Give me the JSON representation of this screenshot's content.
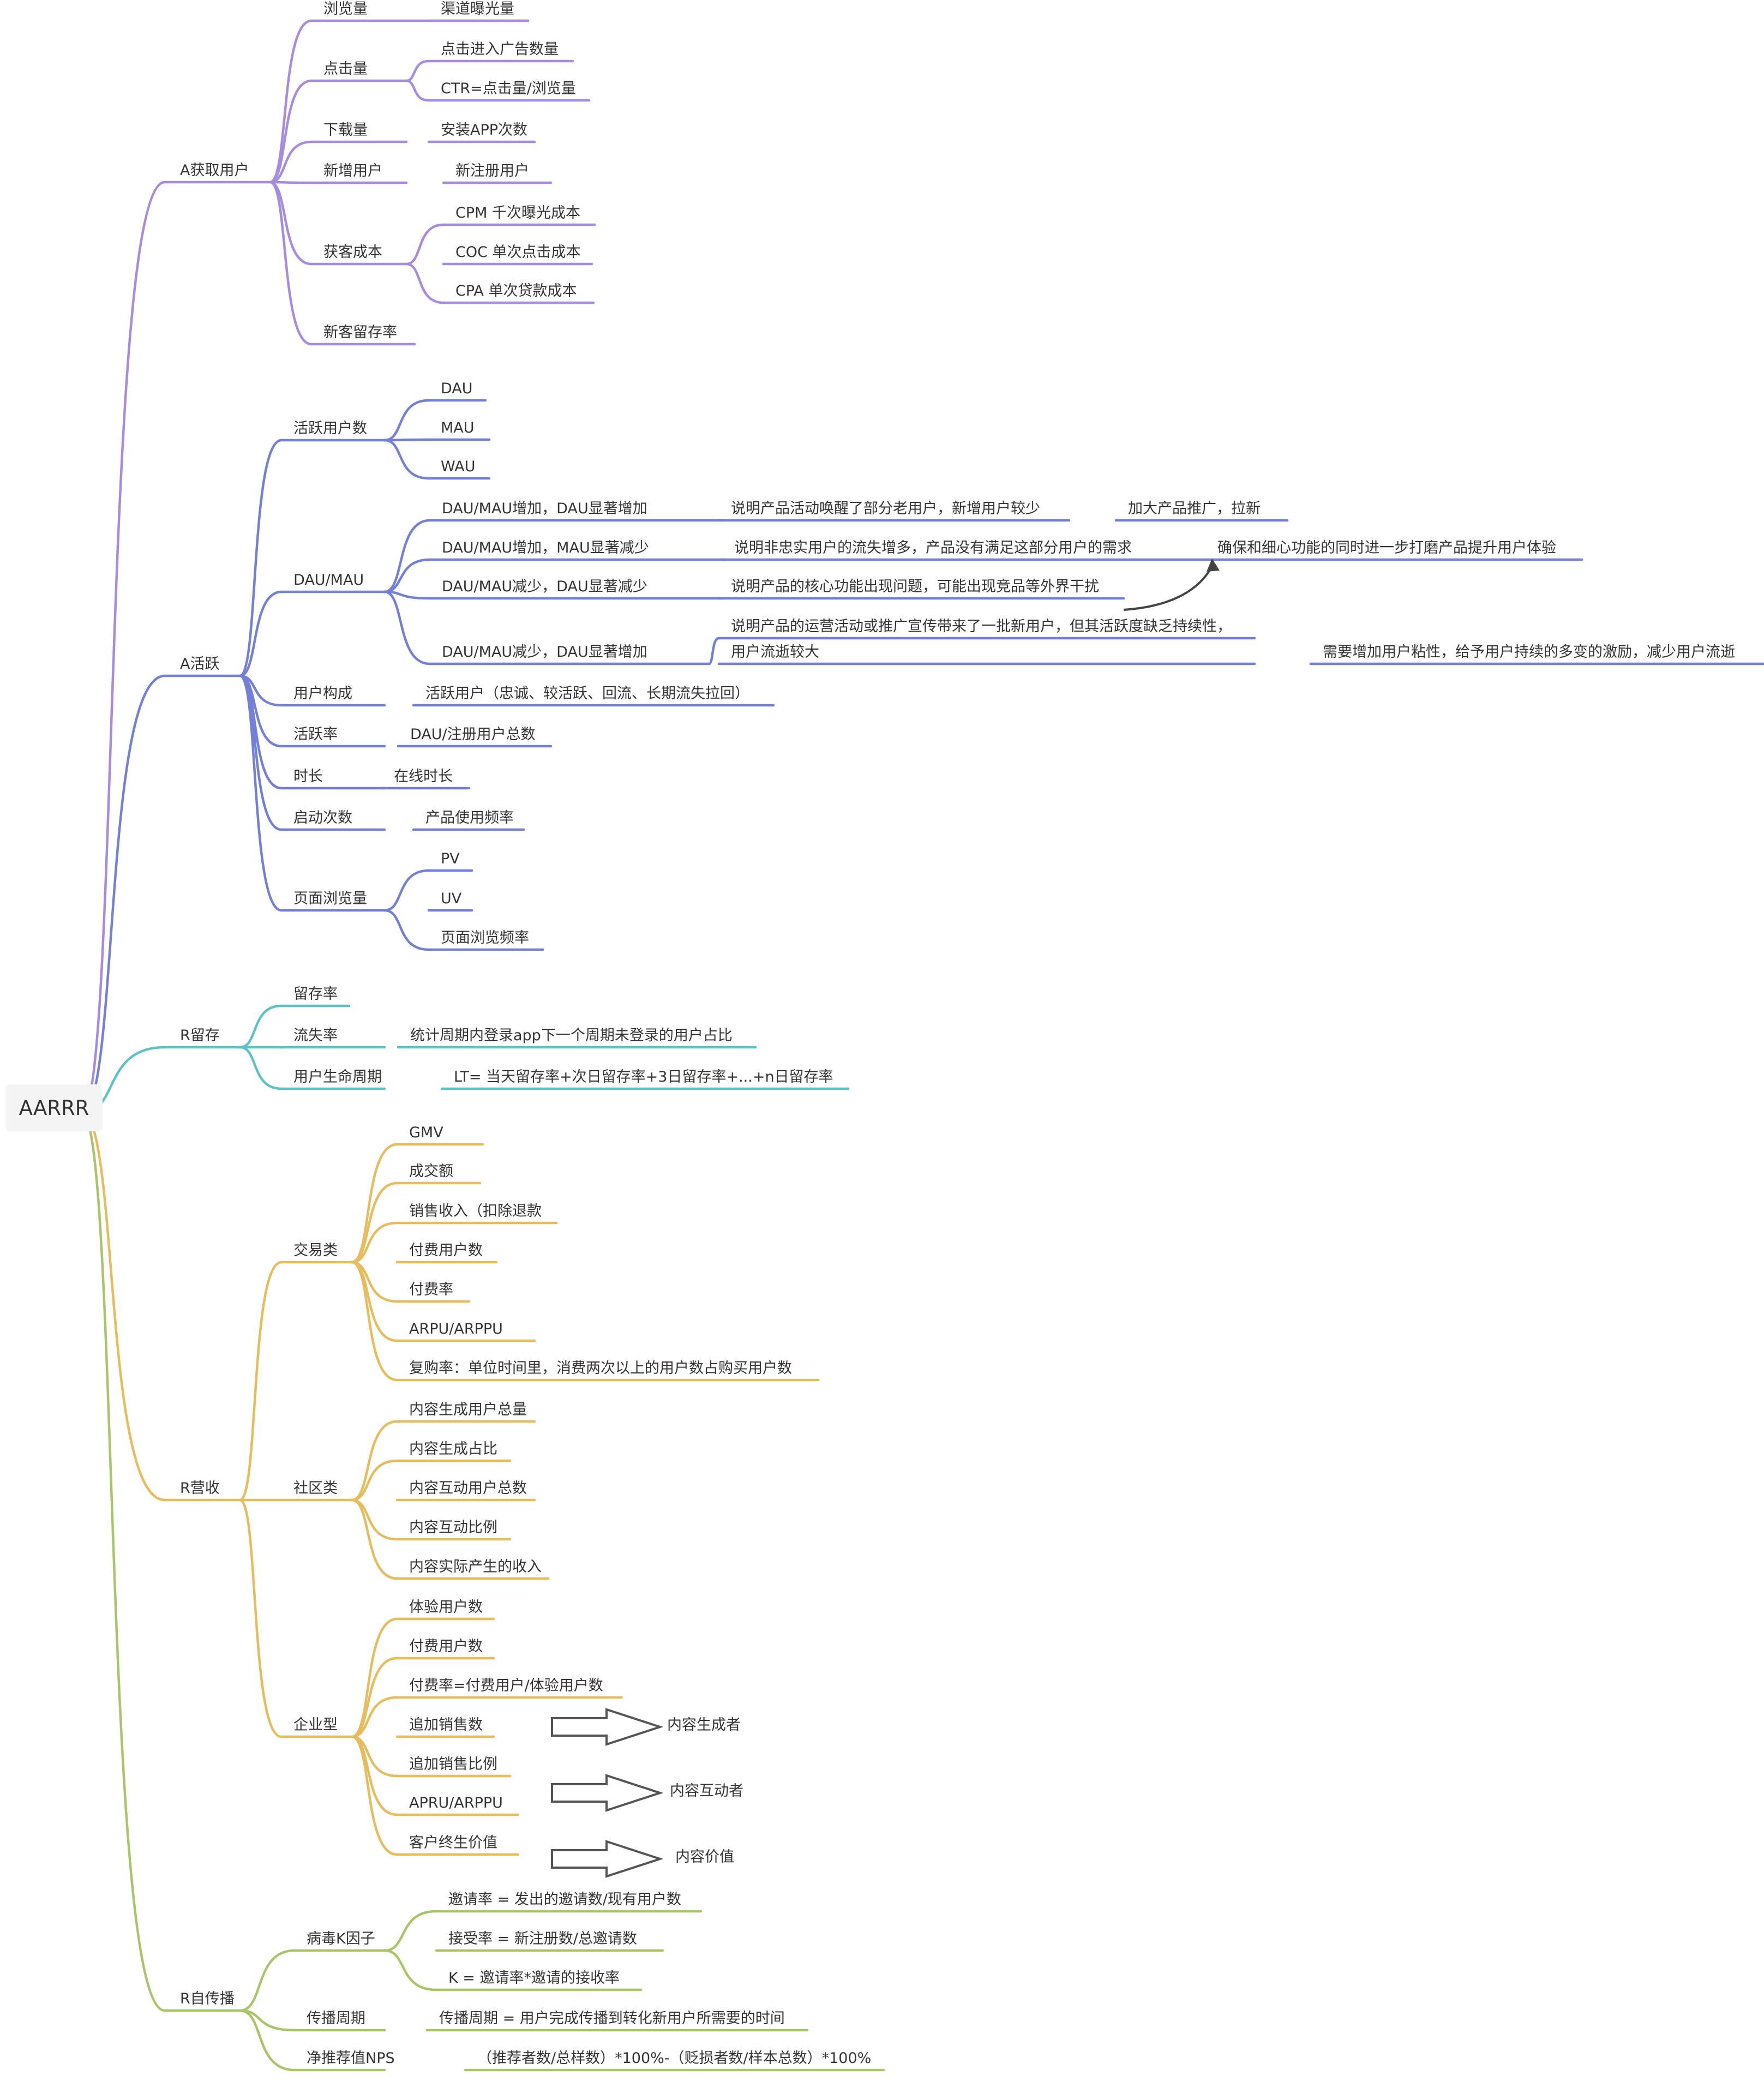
{
  "root": "AARRR",
  "colors": {
    "acquisition": "#a68ce0",
    "activation": "#7480d6",
    "retention": "#5cc2c4",
    "revenue": "#e6bc5c",
    "referral": "#aac46a"
  },
  "nodes": {
    "acq": {
      "title": "A获取用户",
      "items": [
        "浏览量",
        "渠道曝光量",
        "点击量",
        "点击进入广告数量",
        "CTR=点击量/浏览量",
        "下载量",
        "安装APP次数",
        "新增用户",
        "新注册用户",
        "获客成本",
        "CPM 千次曝光成本",
        "COC 单次点击成本",
        "CPA 单次贷款成本",
        "新客留存率"
      ]
    },
    "act": {
      "title": "A活跃",
      "items": [
        "活跃用户数",
        "DAU",
        "MAU",
        "WAU",
        "DAU/MAU",
        "DAU/MAU增加，DAU显著增加",
        "说明产品活动唤醒了部分老用户，新增用户较少",
        "加大产品推广，拉新",
        "DAU/MAU增加，MAU显著减少",
        "说明非忠实用户的流失增多，产品没有满足这部分用户的需求",
        "确保和细心功能的同时进一步打磨产品提升用户体验",
        "DAU/MAU减少，DAU显著减少",
        "说明产品的核心功能出现问题，可能出现竞品等外界干扰",
        "DAU/MAU减少，DAU显著增加",
        "说明产品的运营活动或推广宣传带来了一批新用户，但其活跃度缺乏持续性，",
        "用户流逝较大",
        "需要增加用户粘性，给予用户持续的多变的激励，减少用户流逝",
        "用户构成",
        "活跃用户（忠诚、较活跃、回流、长期流失拉回）",
        "活跃率",
        "DAU/注册用户总数",
        "时长",
        "在线时长",
        "启动次数",
        "产品使用频率",
        "页面浏览量",
        "PV",
        "UV",
        "页面浏览频率"
      ]
    },
    "ret": {
      "title": "R留存",
      "items": [
        "留存率",
        "流失率",
        "统计周期内登录app下一个周期未登录的用户占比",
        "用户生命周期",
        "LT= 当天留存率+次日留存率+3日留存率+...+n日留存率"
      ]
    },
    "rev": {
      "title": "R营收",
      "items": [
        "交易类",
        "GMV",
        "成交额",
        "销售收入（扣除退款",
        "付费用户数",
        "付费率",
        "ARPU/ARPPU",
        "复购率：单位时间里，消费两次以上的用户数占购买用户数",
        "社区类",
        "内容生成用户总量",
        "内容生成占比",
        "内容互动用户总数",
        "内容互动比例",
        "内容实际产生的收入",
        "企业型",
        "体验用户数",
        "付费用户数",
        "付费率=付费用户/体验用户数",
        "追加销售数",
        "追加销售比例",
        "APRU/ARPPU",
        "客户终生价值",
        "内容生成者",
        "内容互动者",
        "内容价值"
      ]
    },
    "ref": {
      "title": "R自传播",
      "items": [
        "病毒K因子",
        "邀请率 = 发出的邀请数/现有用户数",
        "接受率 = 新注册数/总邀请数",
        "K = 邀请率*邀请的接收率",
        "传播周期",
        "传播周期 = 用户完成传播到转化新用户所需要的时间",
        "净推荐值NPS",
        "（推荐者数/总样数）*100%-（贬损者数/样本总数）*100%"
      ]
    }
  }
}
